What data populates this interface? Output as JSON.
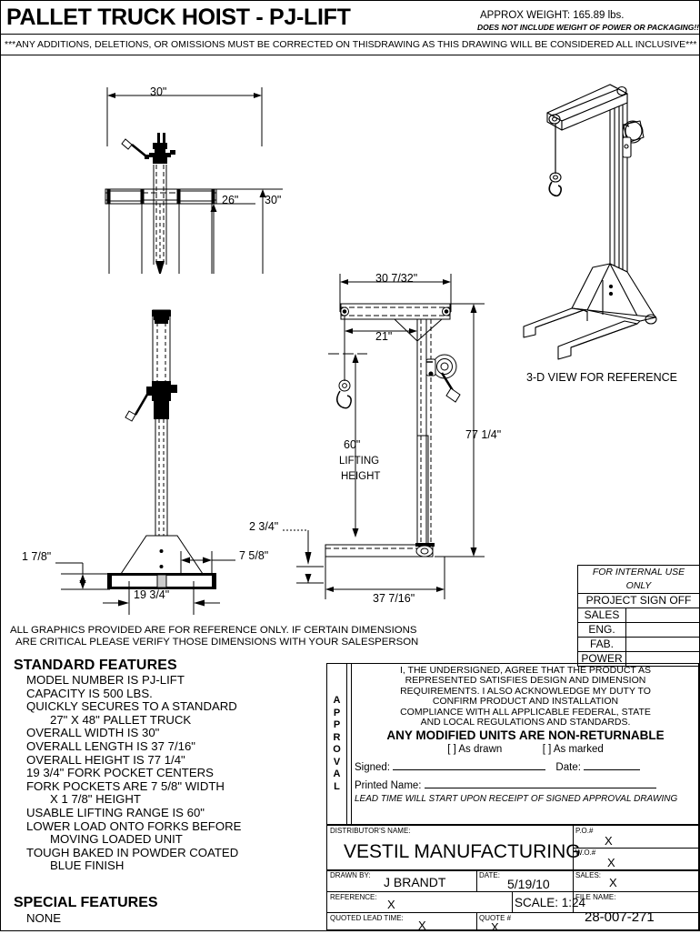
{
  "header": {
    "title": "PALLET TRUCK HOIST - PJ-LIFT",
    "weight": "APPROX WEIGHT: 165.89 lbs.",
    "weight_note": "DOES NOT INCLUDE WEIGHT OF POWER OR PACKAGING!!!",
    "notice": "***ANY ADDITIONS, DELETIONS, OR OMISSIONS MUST BE CORRECTED ON THISDRAWING AS THIS DRAWING WILL BE CONSIDERED ALL INCLUSIVE***"
  },
  "views": {
    "front_top": {
      "dims": {
        "width": "30\"",
        "fork_len": "26\"",
        "overall": "30\""
      }
    },
    "front_elev": {
      "dims": {
        "pocket_height": "1 7/8\"",
        "pocket_width": "7 5/8\"",
        "centers": "19 3/4\"",
        "clearance": "2 3/4\""
      }
    },
    "side_elev": {
      "dims": {
        "boom_length": "30 7/32\"",
        "hook_offset": "21\"",
        "lift_height": "60\"",
        "lift_label_1": "LIFTING",
        "lift_label_2": "HEIGHT",
        "overall_height": "77 1/4\"",
        "overall_length": "37 7/16\""
      }
    },
    "iso": {
      "label": "3-D VIEW FOR REFERENCE"
    }
  },
  "graphics_note": [
    "ALL GRAPHICS PROVIDED ARE FOR REFERENCE ONLY. IF CERTAIN DIMENSIONS",
    "ARE CRITICAL PLEASE VERIFY THOSE DIMENSIONS WITH YOUR SALESPERSON"
  ],
  "standard_features": {
    "heading": "STANDARD FEATURES",
    "items": [
      {
        "text": "MODEL NUMBER IS PJ-LIFT",
        "indent": false
      },
      {
        "text": "CAPACITY IS 500 LBS.",
        "indent": false
      },
      {
        "text": "QUICKLY SECURES TO A STANDARD",
        "indent": false
      },
      {
        "text": "27\" X 48\" PALLET TRUCK",
        "indent": true
      },
      {
        "text": "OVERALL WIDTH IS 30\"",
        "indent": false
      },
      {
        "text": "OVERALL LENGTH IS 37 7/16\"",
        "indent": false
      },
      {
        "text": "OVERALL HEIGHT IS 77 1/4\"",
        "indent": false
      },
      {
        "text": "19 3/4\" FORK POCKET CENTERS",
        "indent": false
      },
      {
        "text": "FORK POCKETS ARE 7 5/8\" WIDTH",
        "indent": false
      },
      {
        "text": "X 1 7/8\" HEIGHT",
        "indent": true
      },
      {
        "text": "USABLE LIFTING RANGE IS 60\"",
        "indent": false
      },
      {
        "text": "LOWER LOAD ONTO FORKS BEFORE",
        "indent": false
      },
      {
        "text": "MOVING LOADED UNIT",
        "indent": true
      },
      {
        "text": "TOUGH BAKED IN POWDER COATED",
        "indent": false
      },
      {
        "text": "BLUE FINISH",
        "indent": true
      }
    ]
  },
  "special_features": {
    "heading": "SPECIAL FEATURES",
    "items": [
      "NONE"
    ]
  },
  "internal_use": {
    "header_italic": "FOR INTERNAL USE ONLY",
    "header_main": "PROJECT SIGN OFF",
    "rows": [
      {
        "key": "SALES",
        "value": ""
      },
      {
        "key": "ENG.",
        "value": ""
      },
      {
        "key": "FAB.",
        "value": ""
      },
      {
        "key": "POWER",
        "value": ""
      }
    ]
  },
  "approval": {
    "side_label": "APPROVAL",
    "paragraph": [
      "I, THE UNDERSIGNED, AGREE THAT THE PRODUCT AS",
      "REPRESENTED SATISFIES DESIGN AND DIMENSION",
      "REQUIREMENTS.  I ALSO ACKNOWLEDGE MY DUTY TO",
      "CONFIRM PRODUCT AND INSTALLATION",
      "COMPLIANCE WITH ALL APPLICABLE FEDERAL, STATE",
      "AND LOCAL REGULATIONS AND STANDARDS."
    ],
    "bold_line": "ANY MODIFIED UNITS ARE NON-RETURNABLE",
    "check_as_drawn": "[   ] As drawn",
    "check_as_marked": "[   ] As marked",
    "signed_label": "Signed:",
    "date_label": "Date:",
    "printed_name_label": "Printed Name:",
    "lead_time_note": "LEAD TIME WILL START UPON RECEIPT OF SIGNED APPROVAL DRAWING"
  },
  "title_block": {
    "distributor_label": "DISTRIBUTOR'S NAME:",
    "distributor_value": "VESTIL MANUFACTURING",
    "po_label": "P.O.#",
    "po_value": "X",
    "wo_label": "W.O.#",
    "wo_value": "X",
    "drawn_by_label": "DRAWN BY:",
    "drawn_by_value": "J BRANDT",
    "date_label": "DATE:",
    "date_value": "5/19/10",
    "sales_label": "SALES:",
    "sales_value": "X",
    "reference_label": "REFERENCE:",
    "reference_value": "X",
    "scale_label": "SCALE: 1:24",
    "file_name_label": "FILE NAME:",
    "file_name_value": "28-007-271",
    "quoted_lead_label": "QUOTED LEAD TIME:",
    "quoted_lead_value": "X",
    "quote_label": "QUOTE #",
    "quote_value": "X"
  }
}
